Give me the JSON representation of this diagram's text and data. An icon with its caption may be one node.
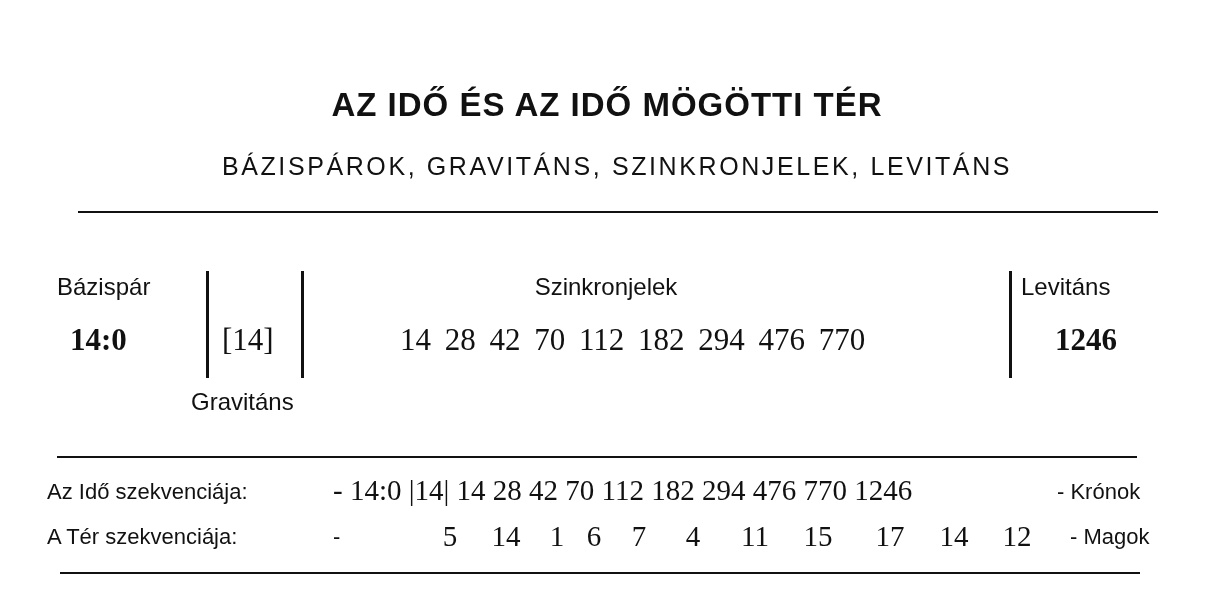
{
  "diagram": {
    "title": "AZ IDŐ ÉS AZ IDŐ MÖGÖTTI TÉR",
    "labels": [
      "BÁZISPÁROK, GRAVITÁNS, SZINKRONJELEK, LEVITÁNS",
      "Bázispár",
      "Szinkronjelek",
      "Levitáns",
      "14:0",
      "[14]",
      "14 28 42 70 112 182 294 476 770",
      "1246",
      "Gravitáns",
      "Az Idő szekvenciája:",
      "- 14:0 |14| 14 28 42 70 112 182 294 476 770 1246",
      "- Krónok",
      "A Tér szekvenciája:",
      "-",
      "5",
      "14",
      "1",
      "6",
      "7",
      "4",
      "11",
      "15",
      "17",
      "14",
      "12",
      "- Magok"
    ]
  }
}
